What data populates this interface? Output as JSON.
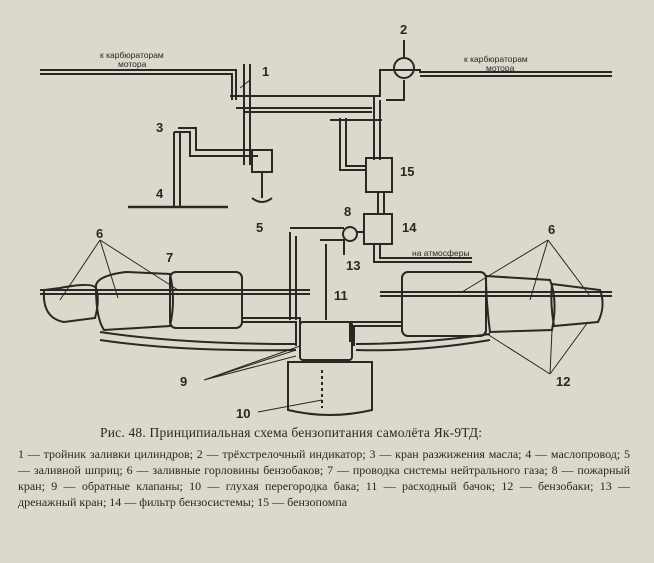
{
  "diagram": {
    "labels": {
      "carb_left": "к карбюраторам\nмотора",
      "carb_right": "к карбюраторам\nмотора",
      "atmosphere": "на атмосферы"
    },
    "numbers": {
      "n1": "1",
      "n2": "2",
      "n3": "3",
      "n4": "4",
      "n5": "5",
      "n6a": "6",
      "n6b": "6",
      "n7": "7",
      "n8": "8",
      "n9": "9",
      "n10": "10",
      "n11": "11",
      "n12": "12",
      "n13": "13",
      "n14": "14",
      "n15": "15"
    }
  },
  "caption": "Рис. 48. Принципиальная схема бензопитания самолёта Як-9ТД:",
  "legend": "1 — тройник заливки цилиндров; 2 — трёхстрелочный индикатор; 3 — кран разжижения масла; 4 — маслопровод; 5 — заливной шприц; 6 — заливные горловины бензобаков; 7 — проводка системы нейтрального газа; 8 — пожарный кран; 9 — обратные клапаны; 10 — глухая перегородка бака; 11 — расходный бачок; 12 — бензобаки; 13 — дренажный кран; 14 — фильтр бензосистемы; 15 — бензопомпа"
}
